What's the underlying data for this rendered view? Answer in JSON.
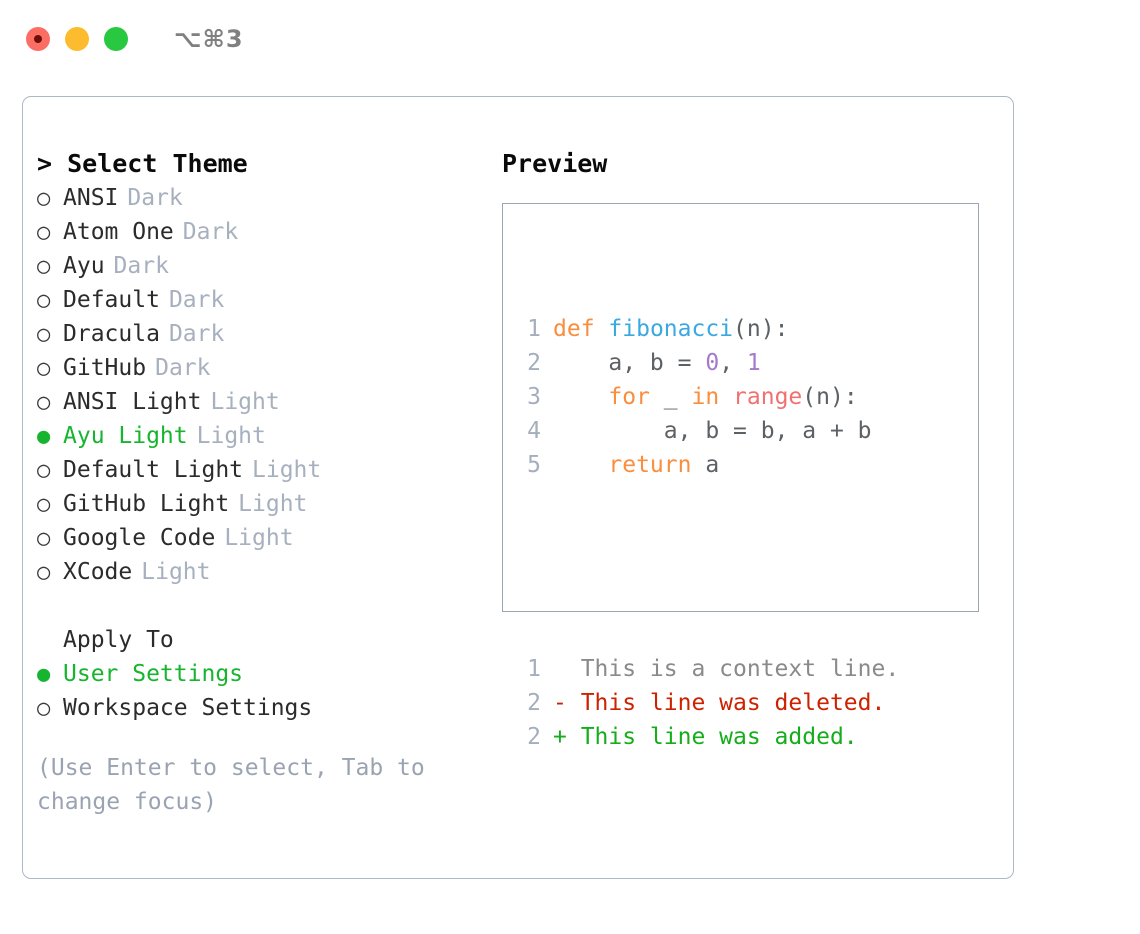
{
  "window": {
    "shortcut_label": "⌥⌘3",
    "traffic_lights": [
      {
        "name": "close",
        "color": "#fc6d64"
      },
      {
        "name": "minimize",
        "color": "#fdbc2e"
      },
      {
        "name": "maximize",
        "color": "#28c840"
      }
    ]
  },
  "left": {
    "header": "> Select Theme",
    "themes": [
      {
        "marker": "○",
        "label": "ANSI",
        "tag": "Dark",
        "selected": false
      },
      {
        "marker": "○",
        "label": "Atom One",
        "tag": "Dark",
        "selected": false
      },
      {
        "marker": "○",
        "label": "Ayu",
        "tag": "Dark",
        "selected": false
      },
      {
        "marker": "○",
        "label": "Default",
        "tag": "Dark",
        "selected": false
      },
      {
        "marker": "○",
        "label": "Dracula",
        "tag": "Dark",
        "selected": false
      },
      {
        "marker": "○",
        "label": "GitHub",
        "tag": "Dark",
        "selected": false
      },
      {
        "marker": "○",
        "label": "ANSI Light",
        "tag": "Light",
        "selected": false
      },
      {
        "marker": "●",
        "label": "Ayu Light",
        "tag": "Light",
        "selected": true
      },
      {
        "marker": "○",
        "label": "Default Light",
        "tag": "Light",
        "selected": false
      },
      {
        "marker": "○",
        "label": "GitHub Light",
        "tag": "Light",
        "selected": false
      },
      {
        "marker": "○",
        "label": "Google Code",
        "tag": "Light",
        "selected": false
      },
      {
        "marker": "○",
        "label": "XCode",
        "tag": "Light",
        "selected": false
      }
    ],
    "apply_to_header": "Apply To",
    "apply_to": [
      {
        "marker": "●",
        "label": "User Settings",
        "selected": true
      },
      {
        "marker": "○",
        "label": "Workspace Settings",
        "selected": false
      }
    ],
    "hint": "(Use Enter to select, Tab to change focus)"
  },
  "right": {
    "header": "Preview",
    "code_lines": [
      {
        "num": "1",
        "tokens": [
          {
            "t": "def",
            "c": "kw"
          },
          {
            "t": " ",
            "c": "txt"
          },
          {
            "t": "fibonacci",
            "c": "fn"
          },
          {
            "t": "(n):",
            "c": "txt"
          }
        ]
      },
      {
        "num": "2",
        "tokens": [
          {
            "t": "    a, b = ",
            "c": "txt"
          },
          {
            "t": "0",
            "c": "num"
          },
          {
            "t": ", ",
            "c": "txt"
          },
          {
            "t": "1",
            "c": "num"
          }
        ]
      },
      {
        "num": "3",
        "tokens": [
          {
            "t": "    ",
            "c": "txt"
          },
          {
            "t": "for",
            "c": "kw"
          },
          {
            "t": " _ ",
            "c": "txt"
          },
          {
            "t": "in",
            "c": "kw"
          },
          {
            "t": " ",
            "c": "txt"
          },
          {
            "t": "range",
            "c": "bi"
          },
          {
            "t": "(n):",
            "c": "txt"
          }
        ]
      },
      {
        "num": "4",
        "tokens": [
          {
            "t": "        a, b = b, a + b",
            "c": "txt"
          }
        ]
      },
      {
        "num": "5",
        "tokens": [
          {
            "t": "    ",
            "c": "txt"
          },
          {
            "t": "return",
            "c": "kw"
          },
          {
            "t": " a",
            "c": "txt"
          }
        ]
      }
    ],
    "diff_lines": [
      {
        "num": "1",
        "text": "  This is a context line.",
        "kind": "ctx"
      },
      {
        "num": "2",
        "text": "- This line was deleted.",
        "kind": "del"
      },
      {
        "num": "2",
        "text": "+ This line was added.",
        "kind": "add"
      }
    ]
  },
  "colors": {
    "accent_green": "#17b52f",
    "muted": "#a7b0be",
    "keyword": "#fa8d3e",
    "function": "#3ba9e0",
    "number": "#a37acc",
    "builtin": "#f07171",
    "diff_add": "#16ad1a",
    "diff_del": "#cc2200",
    "panel_border": "#aeb7c4"
  }
}
